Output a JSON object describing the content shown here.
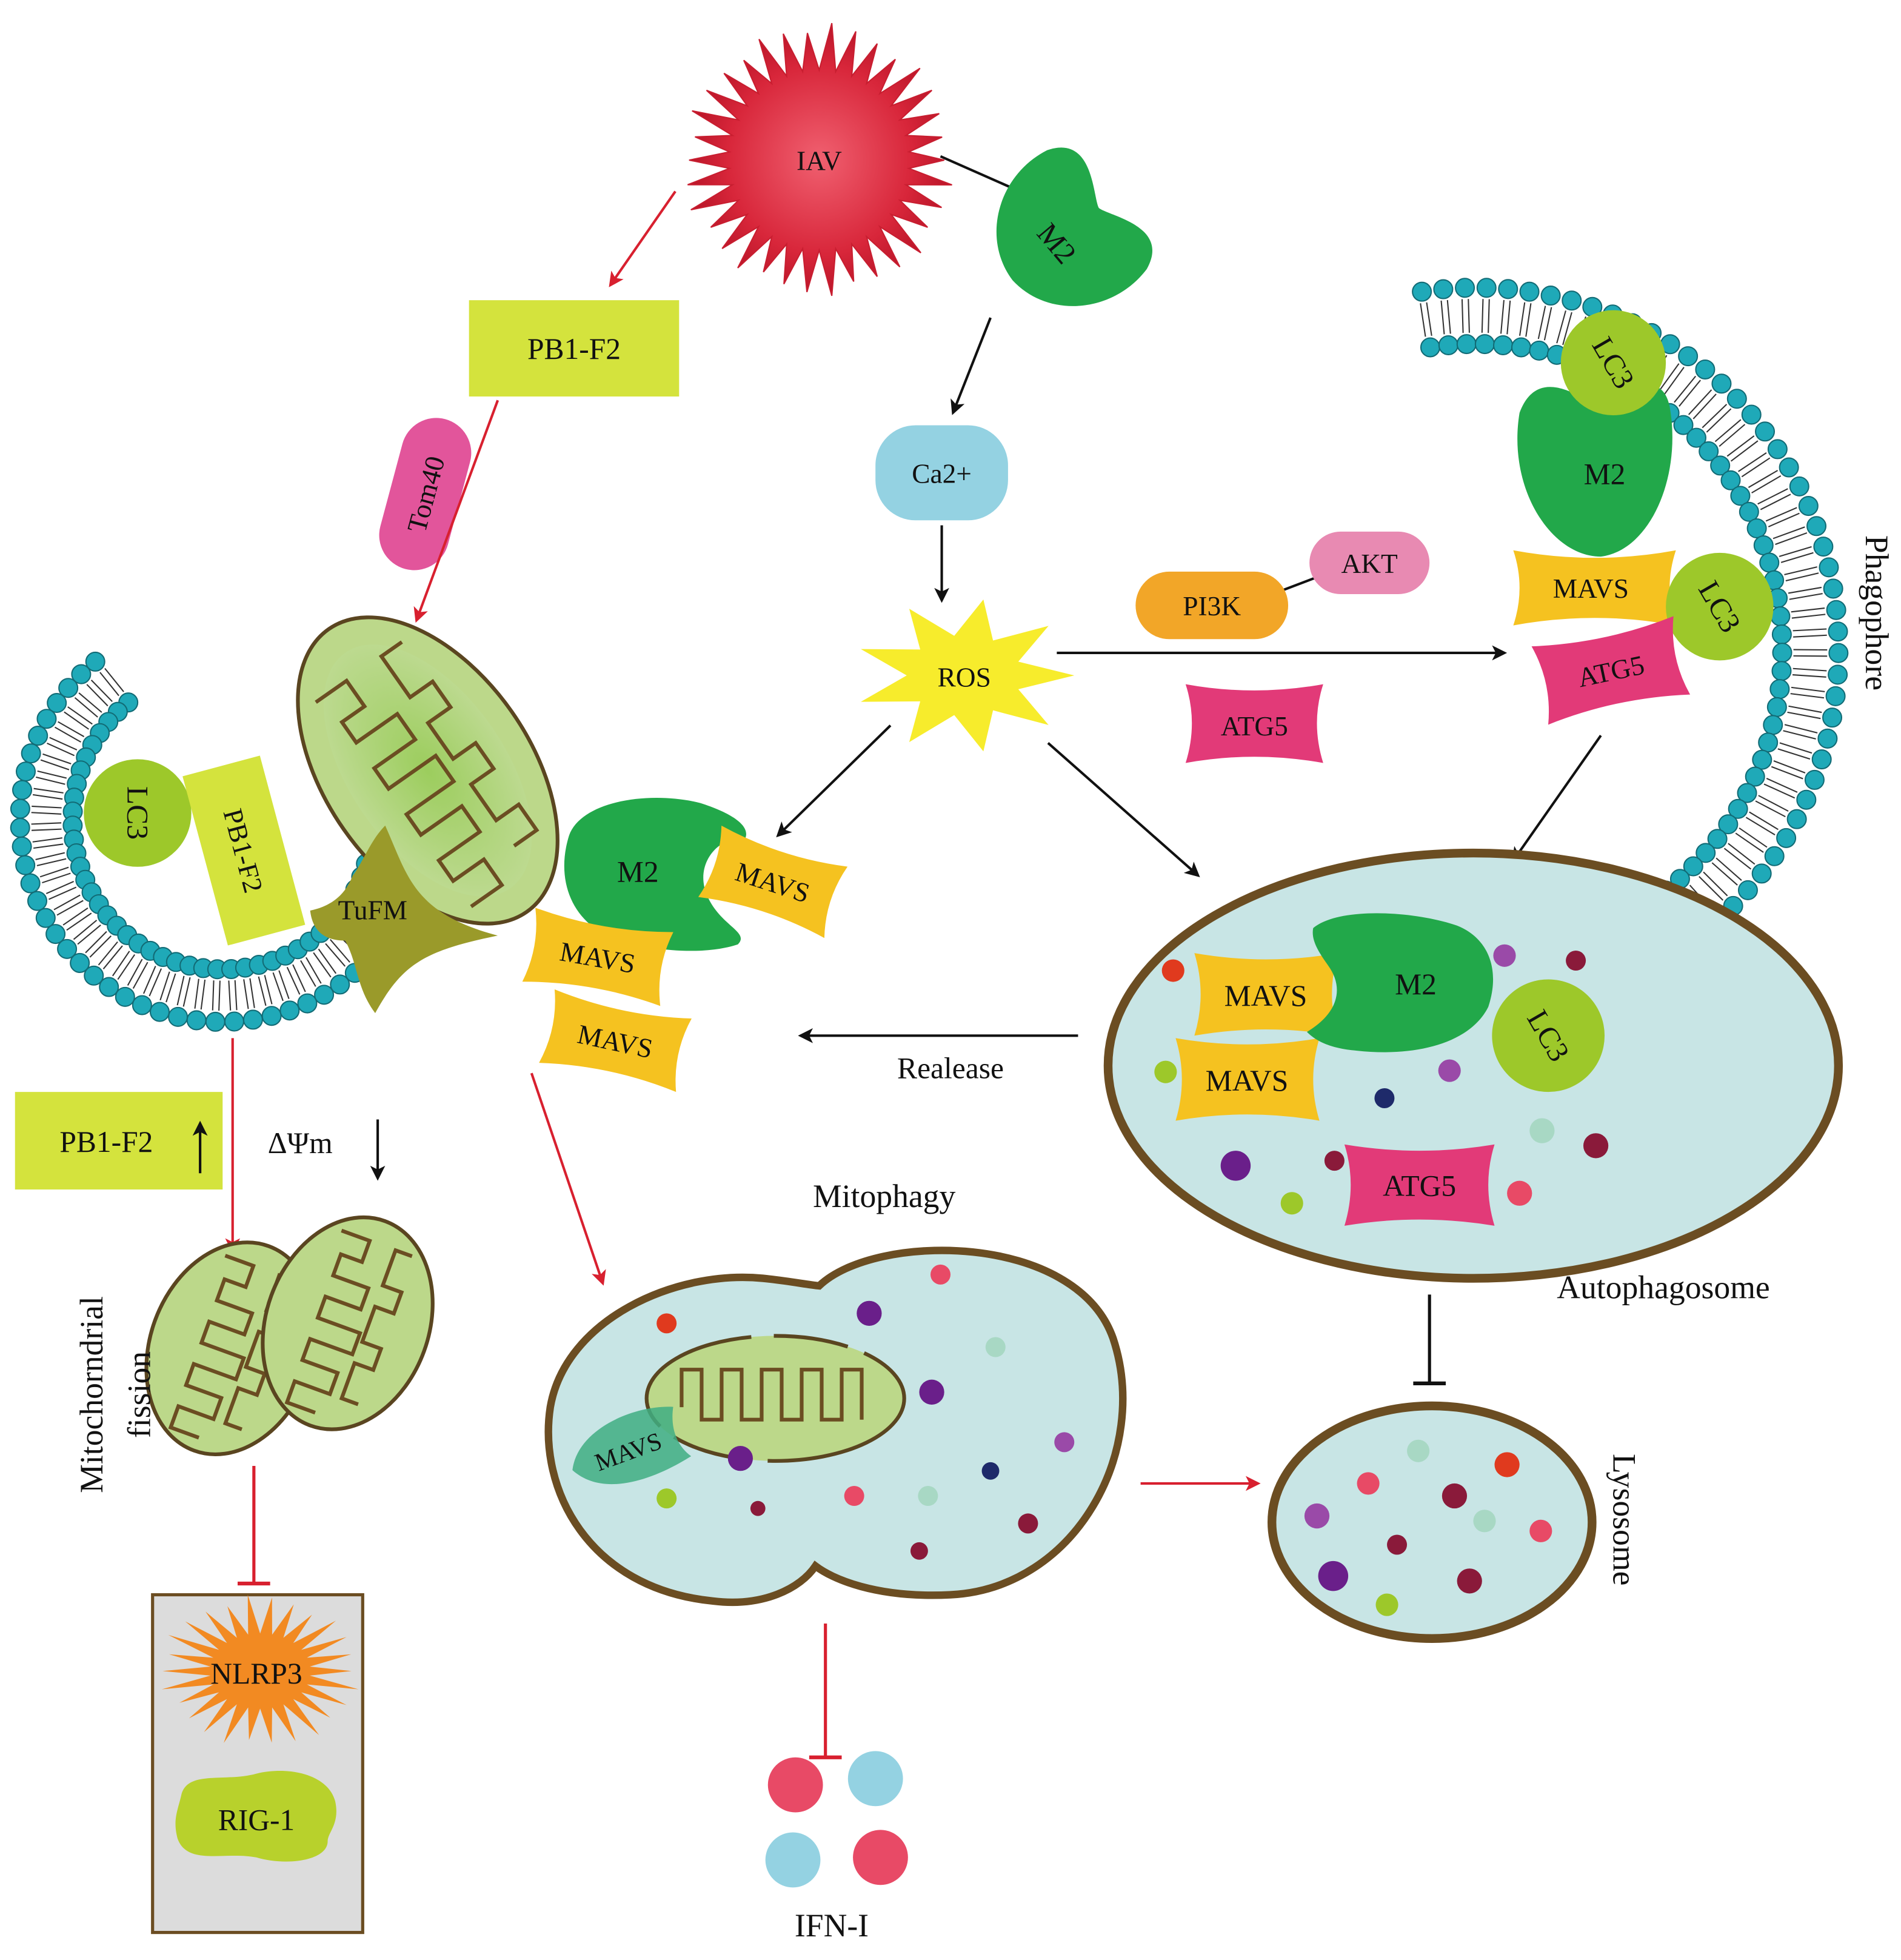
{
  "labels": {
    "iav": "IAV",
    "pb1f2_top": "PB1-F2",
    "m2_top": "M2",
    "ca": "Ca2+",
    "ros": "ROS",
    "tom40": "Tom40",
    "pi3k": "PI3K",
    "akt": "AKT",
    "atg5_mid": "ATG5",
    "phagophore": "Phagophore",
    "lc3_phago_top": "LC3",
    "m2_phago": "M2",
    "mavs_phago": "MAVS",
    "lc3_phago_side": "LC3",
    "atg5_phago": "ATG5",
    "lc3_left": "LC3",
    "pb1f2_left": "PB1-F2",
    "tufm": "TuFM",
    "m2_left": "M2",
    "mavs_1": "MAVS",
    "mavs_2": "MAVS",
    "mavs_3": "MAVS",
    "release": "Realease",
    "pb1f2_up": "PB1-F2",
    "delta_psi": "ΔΨm",
    "mito_fission_1": "Mitochorndrial",
    "mito_fission_2": "fission",
    "mitophagy": "Mitophagy",
    "mavs_mitophagy": "MAVS",
    "nlrp3": "NLRP3",
    "rig1": "RIG-1",
    "ifn": "IFN-I",
    "autophagosome": "Autophagosome",
    "mavs_auto_1": "MAVS",
    "mavs_auto_2": "MAVS",
    "m2_auto": "M2",
    "lc3_auto": "LC3",
    "atg5_auto": "ATG5",
    "lysosome": "Lysosome"
  },
  "colors": {
    "virus": "#d8263a",
    "m2": "#22a84a",
    "mavs": "#f5c220",
    "lc3": "#9dc82a",
    "atg5": "#e23a78",
    "pb1f2": "#d4e33d",
    "tom40": "#e2559b",
    "ca": "#94d2e2",
    "ros": "#f7ec2c",
    "pi3k": "#f2a628",
    "akt": "#e88ab2",
    "vesicle_fill": "#c8e5e5",
    "vesicle_border": "#6b4d22",
    "mito": "#bcd88a",
    "lipid_head": "#1fa9b8",
    "inhibit_red": "#d8202f",
    "ifn_red": "#e84a66",
    "ifn_blue": "#94d2e2"
  },
  "icons": [
    "virus-icon",
    "mitochondrion-icon",
    "membrane-icon",
    "vesicle-icon"
  ]
}
